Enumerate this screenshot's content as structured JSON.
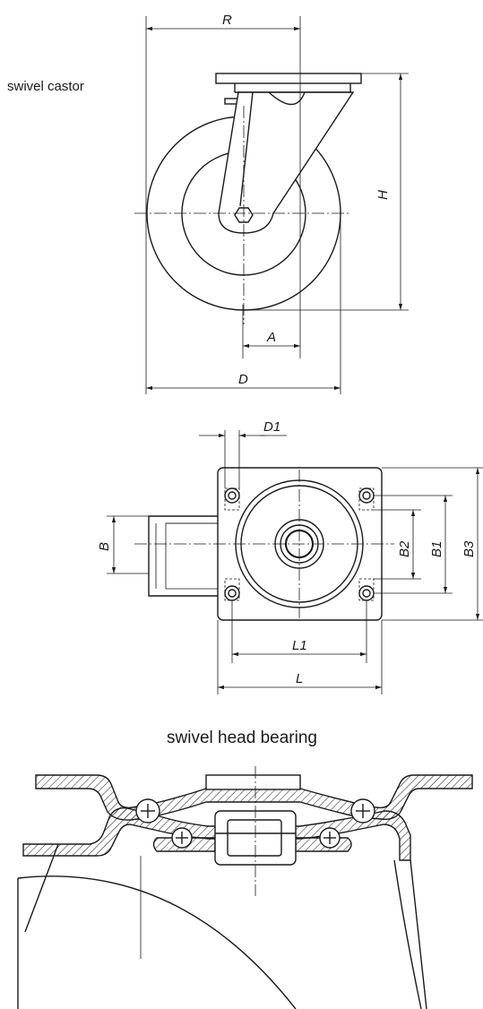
{
  "labels": {
    "swivel_castor": "swivel castor",
    "swivel_head_bearing": "swivel head bearing"
  },
  "dimensions": {
    "R": "R",
    "H": "H",
    "A": "A",
    "D": "D",
    "D1": "D1",
    "B": "B",
    "B1": "B1",
    "B2": "B2",
    "B3": "B3",
    "L": "L",
    "L1": "L1"
  }
}
